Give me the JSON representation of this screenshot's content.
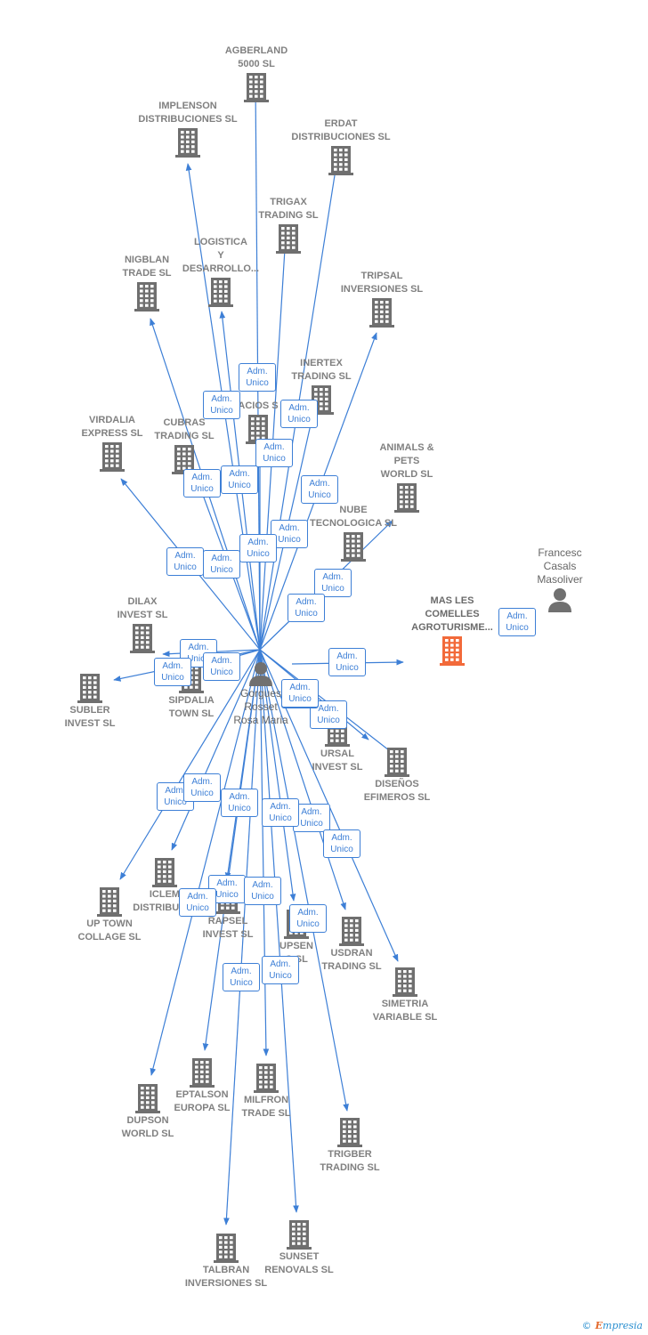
{
  "edge_label": {
    "line1": "Adm.",
    "line2": "Unico"
  },
  "colors": {
    "edge": "#3d7fd6",
    "building": "#6f6f6f",
    "highlight": "#f26a3a",
    "person": "#707070"
  },
  "center_person": {
    "name": "Gorgues\nRosset\nRosa Maria"
  },
  "focus_company": {
    "name": "MAS LES\nCOMELLES\nAGROTURISME..."
  },
  "other_person": {
    "name": "Francesc\nCasals\nMasoliver"
  },
  "companies": [
    {
      "id": "agberland",
      "name": "AGBERLAND\n5000 SL"
    },
    {
      "id": "implenson",
      "name": "IMPLENSON\nDISTRIBUCIONES SL"
    },
    {
      "id": "erdat",
      "name": "ERDAT\nDISTRIBUCIONES SL"
    },
    {
      "id": "trigax",
      "name": "TRIGAX\nTRADING SL"
    },
    {
      "id": "logistica",
      "name": "LOGISTICA\nY\nDESARROLLO..."
    },
    {
      "id": "nigblan",
      "name": "NIGBLAN\nTRADE SL"
    },
    {
      "id": "tripsal",
      "name": "TRIPSAL\nINVERSIONES SL"
    },
    {
      "id": "inertex",
      "name": "INERTEX\nTRADING SL"
    },
    {
      "id": "acios",
      "name": "ACIOS S"
    },
    {
      "id": "virdalia",
      "name": "VIRDALIA\nEXPRESS SL"
    },
    {
      "id": "cubras",
      "name": "CUBRAS\nTRADING SL"
    },
    {
      "id": "animals",
      "name": "ANIMALS &\nPETS\nWORLD SL"
    },
    {
      "id": "nube",
      "name": "NUBE\nTECNOLOGICA SL"
    },
    {
      "id": "dilax",
      "name": "DILAX\nINVEST SL"
    },
    {
      "id": "subler",
      "name": "SUBLER\nINVEST SL"
    },
    {
      "id": "sipdalia",
      "name": "SIPDALIA\nTOWN SL"
    },
    {
      "id": "ursal",
      "name": "URSAL\nINVEST SL"
    },
    {
      "id": "disenos",
      "name": "DISEÑOS\nEFIMEROS SL"
    },
    {
      "id": "uptown",
      "name": "UP TOWN\nCOLLAGE SL"
    },
    {
      "id": "iclem",
      "name": "ICLEM\nDISTRIBUCIO"
    },
    {
      "id": "rapsel",
      "name": "RAPSEL\nINVEST SL"
    },
    {
      "id": "upsen",
      "name": "UPSEN\nG SL"
    },
    {
      "id": "usdran",
      "name": "USDRAN\nTRADING SL"
    },
    {
      "id": "simetria",
      "name": "SIMETRIA\nVARIABLE SL"
    },
    {
      "id": "dupson",
      "name": "DUPSON\nWORLD SL"
    },
    {
      "id": "eptalson",
      "name": "EPTALSON\nEUROPA SL"
    },
    {
      "id": "milfron",
      "name": "MILFRON\nTRADE SL"
    },
    {
      "id": "trigber",
      "name": "TRIGBER\nTRADING SL"
    },
    {
      "id": "talbran",
      "name": "TALBRAN\nINVERSIONES SL"
    },
    {
      "id": "sunset",
      "name": "SUNSET\nRENOVALS SL"
    }
  ],
  "credit": {
    "symbol": "©",
    "brand_initial": "E",
    "brand_rest": "mpresia"
  }
}
